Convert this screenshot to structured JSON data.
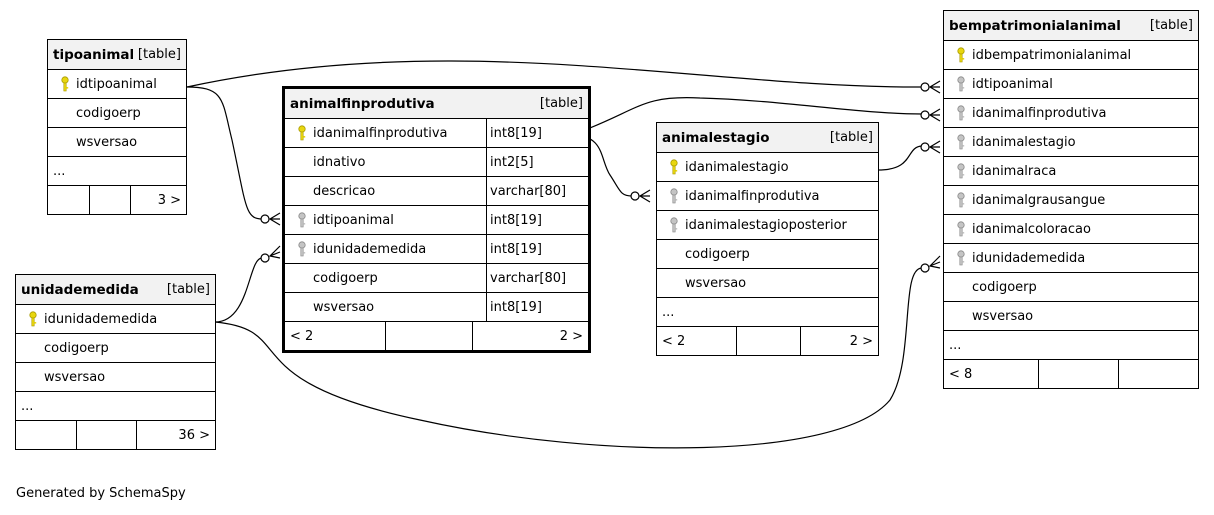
{
  "footer_text": "Generated by SchemaSpy",
  "colors": {
    "primary_key": "#e8d60f",
    "foreign_key": "#b4b4b4",
    "header_bg": "#f2f2f2"
  },
  "tables": {
    "tipoanimal": {
      "name": "tipoanimal",
      "tag": "[table]",
      "columns": [
        {
          "name": "idtipoanimal",
          "key": "pk"
        },
        {
          "name": "codigoerp",
          "key": ""
        },
        {
          "name": "wsversao",
          "key": ""
        }
      ],
      "more": "...",
      "footer": [
        "",
        "",
        "3 >"
      ]
    },
    "unidademedida": {
      "name": "unidademedida",
      "tag": "[table]",
      "columns": [
        {
          "name": "idunidademedida",
          "key": "pk"
        },
        {
          "name": "codigoerp",
          "key": ""
        },
        {
          "name": "wsversao",
          "key": ""
        }
      ],
      "more": "...",
      "footer": [
        "",
        "",
        "36 >"
      ]
    },
    "animalfinprodutiva": {
      "name": "animalfinprodutiva",
      "tag": "[table]",
      "columns": [
        {
          "name": "idanimalfinprodutiva",
          "type": "int8[19]",
          "key": "pk"
        },
        {
          "name": "idnativo",
          "type": "int2[5]",
          "key": ""
        },
        {
          "name": "descricao",
          "type": "varchar[80]",
          "key": ""
        },
        {
          "name": "idtipoanimal",
          "type": "int8[19]",
          "key": "fk"
        },
        {
          "name": "idunidademedida",
          "type": "int8[19]",
          "key": "fk"
        },
        {
          "name": "codigoerp",
          "type": "varchar[80]",
          "key": ""
        },
        {
          "name": "wsversao",
          "type": "int8[19]",
          "key": ""
        }
      ],
      "footer": [
        "< 2",
        "",
        "2 >"
      ]
    },
    "animalestagio": {
      "name": "animalestagio",
      "tag": "[table]",
      "columns": [
        {
          "name": "idanimalestagio",
          "key": "pk"
        },
        {
          "name": "idanimalfinprodutiva",
          "key": "fk"
        },
        {
          "name": "idanimalestagioposterior",
          "key": "fk"
        },
        {
          "name": "codigoerp",
          "key": ""
        },
        {
          "name": "wsversao",
          "key": ""
        }
      ],
      "more": "...",
      "footer": [
        "< 2",
        "",
        "2 >"
      ]
    },
    "bempatrimonialanimal": {
      "name": "bempatrimonialanimal",
      "tag": "[table]",
      "columns": [
        {
          "name": "idbempatrimonialanimal",
          "key": "pk"
        },
        {
          "name": "idtipoanimal",
          "key": "fk"
        },
        {
          "name": "idanimalfinprodutiva",
          "key": "fk"
        },
        {
          "name": "idanimalestagio",
          "key": "fk"
        },
        {
          "name": "idanimalraca",
          "key": "fk"
        },
        {
          "name": "idanimalgrausangue",
          "key": "fk"
        },
        {
          "name": "idanimalcoloracao",
          "key": "fk"
        },
        {
          "name": "idunidademedida",
          "key": "fk"
        },
        {
          "name": "codigoerp",
          "key": ""
        },
        {
          "name": "wsversao",
          "key": ""
        }
      ],
      "more": "...",
      "footer": [
        "< 8",
        "",
        ""
      ]
    }
  },
  "relationships": [
    {
      "from": "tipoanimal.idtipoanimal",
      "to": "animalfinprodutiva.idtipoanimal"
    },
    {
      "from": "tipoanimal.idtipoanimal",
      "to": "bempatrimonialanimal.idtipoanimal"
    },
    {
      "from": "unidademedida.idunidademedida",
      "to": "animalfinprodutiva.idunidademedida"
    },
    {
      "from": "unidademedida.idunidademedida",
      "to": "bempatrimonialanimal.idunidademedida"
    },
    {
      "from": "animalfinprodutiva.idanimalfinprodutiva",
      "to": "animalestagio.idanimalfinprodutiva"
    },
    {
      "from": "animalfinprodutiva.idanimalfinprodutiva",
      "to": "bempatrimonialanimal.idanimalfinprodutiva"
    },
    {
      "from": "animalestagio.idanimalestagio",
      "to": "bempatrimonialanimal.idanimalestagio"
    }
  ]
}
